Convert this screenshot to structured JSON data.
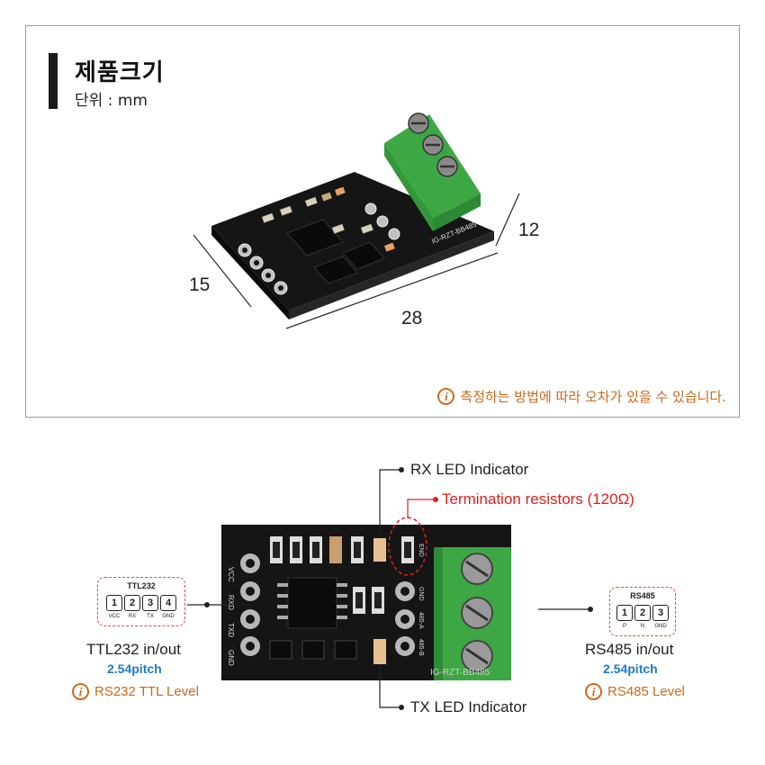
{
  "size_section": {
    "title": "제품크기",
    "unit": "단위 : mm",
    "dim_width": "28",
    "dim_depth": "15",
    "dim_height": "12",
    "board_label": "IG-RZT-BB485",
    "notice": "측정하는 방법에 따라 오차가 있을 수 있습니다.",
    "notice_icon": "info-icon"
  },
  "diagram": {
    "rx_led": "RX LED Indicator",
    "termination": "Termination resistors (120Ω)",
    "tx_led": "TX LED Indicator",
    "board_label": "IG-RZT-BB485",
    "left_silk": [
      "VCC",
      "RXD",
      "TXD",
      "GND"
    ],
    "right_silk": [
      "GND",
      "485-A",
      "485-B"
    ],
    "end_silk": "END",
    "ttl": {
      "box_title": "TTL232",
      "pins": [
        "1",
        "2",
        "3",
        "4"
      ],
      "pin_names": [
        "VCC",
        "RX",
        "TX",
        "GND"
      ],
      "label": "TTL232 in/out",
      "pitch": "2.54pitch",
      "level": "RS232 TTL Level"
    },
    "rs485": {
      "box_title": "RS485",
      "pins": [
        "1",
        "2",
        "3"
      ],
      "pin_names": [
        "P",
        "N",
        "GND"
      ],
      "label": "RS485 in/out",
      "pitch": "2.54pitch",
      "level": "RS485 Level"
    }
  },
  "colors": {
    "accent_orange": "#c96a1a",
    "pitch_blue": "#1e7bc4",
    "termination_red": "#e0201e",
    "pcb_black": "#151515",
    "terminal_green": "#3da843"
  }
}
